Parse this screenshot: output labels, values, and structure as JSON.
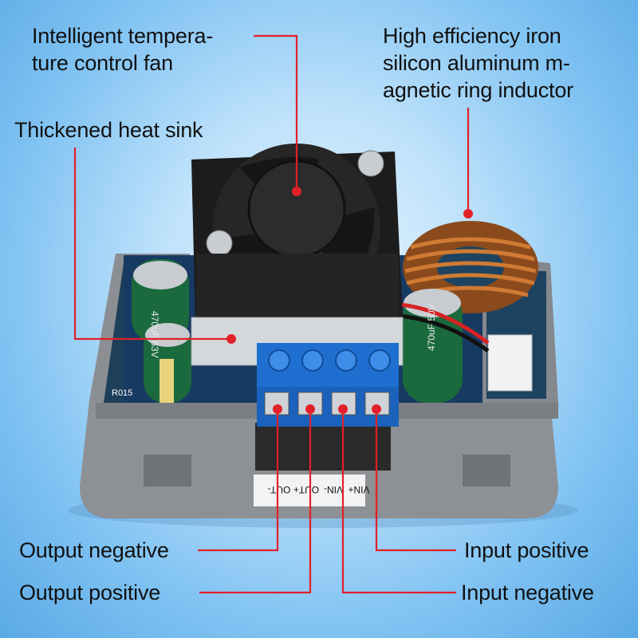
{
  "callouts": {
    "fan": {
      "line1": "Intelligent tempera-",
      "line2": "ture control fan"
    },
    "inductor": {
      "line1": "High efficiency iron",
      "line2": "silicon aluminum m-",
      "line3": "agnetic ring inductor"
    },
    "heatsink": {
      "line1": "Thickened heat sink"
    },
    "out_neg": {
      "text": "Output negative"
    },
    "out_pos": {
      "text": "Output  positive"
    },
    "in_pos": {
      "text": "Input  positive"
    },
    "in_neg": {
      "text": "Input negative"
    }
  },
  "board_text": {
    "terminal_labels": [
      "OUT-",
      "OUT+",
      "VIN-",
      "VIN+"
    ],
    "cap_left": "470uF 63V",
    "cap_right": "470uF 50V",
    "resistor": "R015"
  },
  "colors": {
    "callout_line": "#e2202a",
    "terminal_block": "#1f6fd0",
    "enclosure": "#8a8d91"
  }
}
